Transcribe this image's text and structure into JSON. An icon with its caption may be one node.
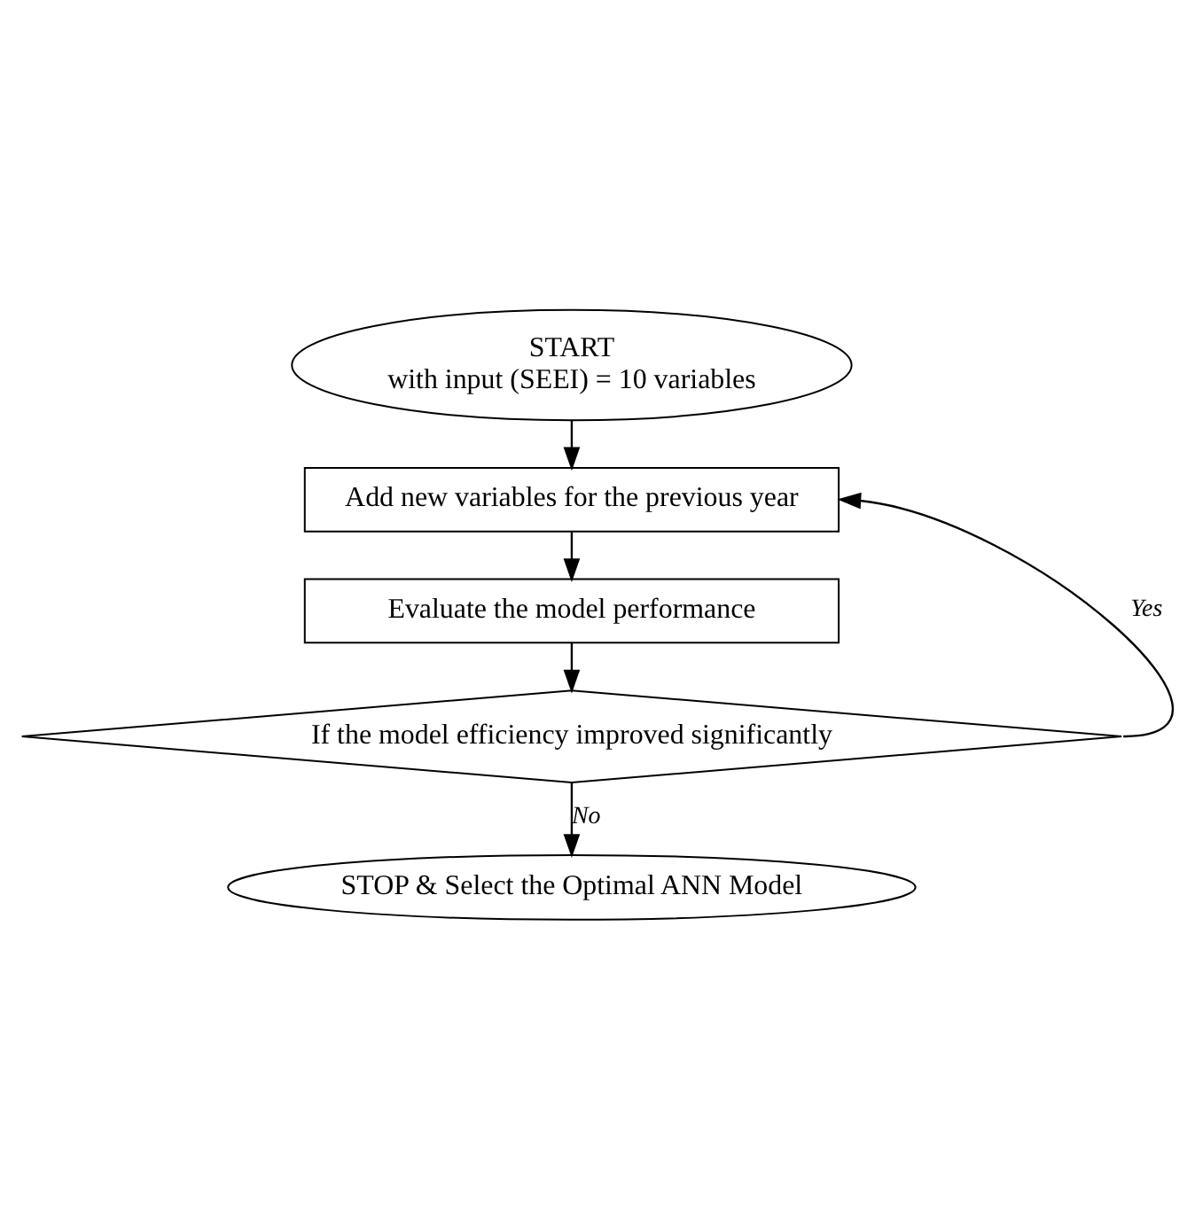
{
  "diagram": {
    "nodes": [
      {
        "text": [
          "START",
          "with input (SEEI) = 10 variables"
        ]
      },
      {
        "text": [
          "Add new variables for the previous year"
        ]
      },
      {
        "text": [
          "Evaluate the model performance"
        ]
      },
      {
        "text": [
          "If the model efficiency improved significantly"
        ]
      },
      {
        "text": [
          "STOP & Select the Optimal ANN Model"
        ]
      }
    ],
    "edges": [
      {
        "from": 0,
        "to": 1,
        "arrow": "to"
      },
      {
        "from": 1,
        "to": 2,
        "arrow": "to"
      },
      {
        "from": 2,
        "to": 3,
        "arrow": "to"
      },
      {
        "from": 3,
        "to": 4,
        "arrow": "to",
        "label": "No"
      },
      {
        "from": 3,
        "to": 1,
        "arrow": "to",
        "label": "Yes"
      }
    ]
  }
}
